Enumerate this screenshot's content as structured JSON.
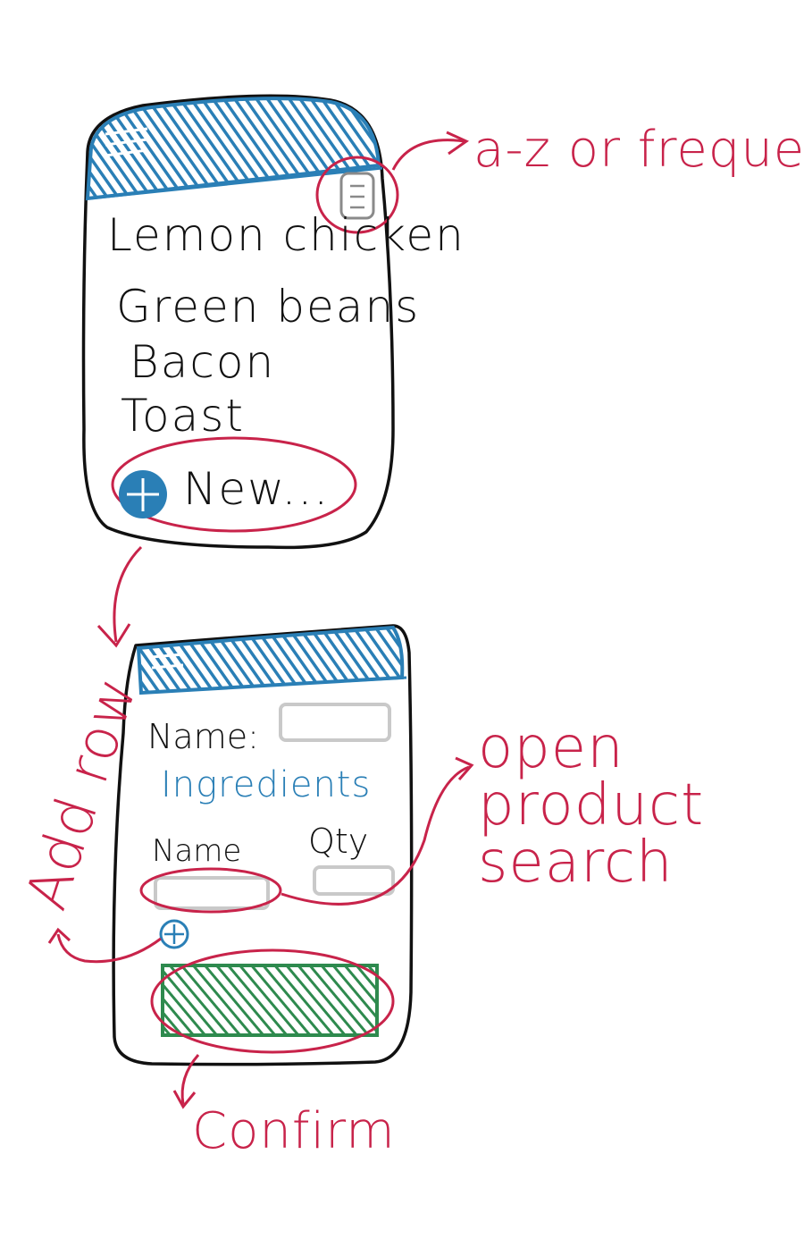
{
  "screen1": {
    "items": [
      {
        "label": "Lemon chicken"
      },
      {
        "label": "Green beans"
      },
      {
        "label": "Bacon"
      },
      {
        "label": "Toast"
      }
    ],
    "new_label": "New...",
    "sort_icon": "list-icon",
    "add_icon": "plus-circle-icon",
    "header_color": "#2a7fb6"
  },
  "screen2": {
    "name_label": "Name:",
    "section_title": "Ingredients",
    "col_name": "Name",
    "col_qty": "Qty",
    "add_row_icon": "plus-circle-icon",
    "confirm_color": "#2e8a4e",
    "header_color": "#2a7fb6"
  },
  "annotations": {
    "sort": "a-z or frequency",
    "add_row": "Add row",
    "product_search": "open product search",
    "confirm": "Confirm",
    "color": "#c8234a"
  }
}
